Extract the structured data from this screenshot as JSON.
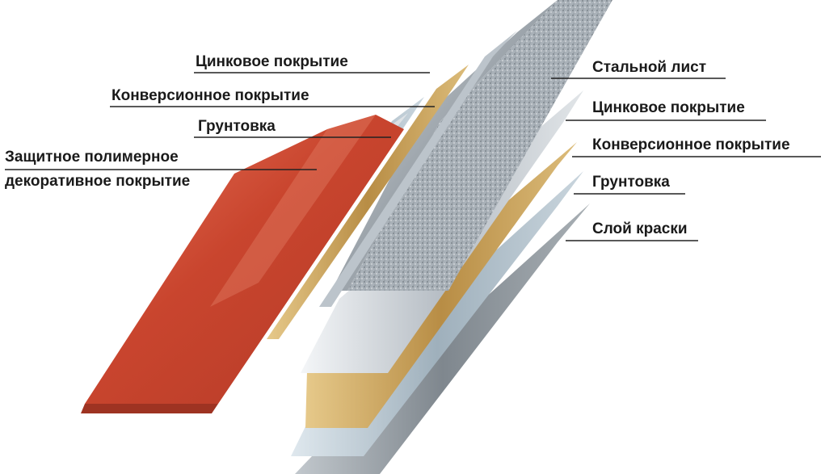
{
  "left_labels": {
    "zinc": "Цинковое покрытие",
    "conversion": "Конверсионное покрытие",
    "primer": "Грунтовка",
    "protective_line1": "Защитное полимерное",
    "protective_line2": "декоративное покрытие"
  },
  "right_labels": {
    "steel": "Стальной лист",
    "zinc": "Цинковое покрытие",
    "conversion": "Конверсионное покрытие",
    "primer": "Грунтовка",
    "paint": "Слой краски"
  },
  "colors": {
    "polymer": "#c8452f",
    "steel": "#9ea6ad",
    "zinc": "#c4ccd4",
    "conversion": "#c9a25e",
    "primer": "#a9b8c2",
    "paint": "#8c949c",
    "leader": "#222222"
  }
}
